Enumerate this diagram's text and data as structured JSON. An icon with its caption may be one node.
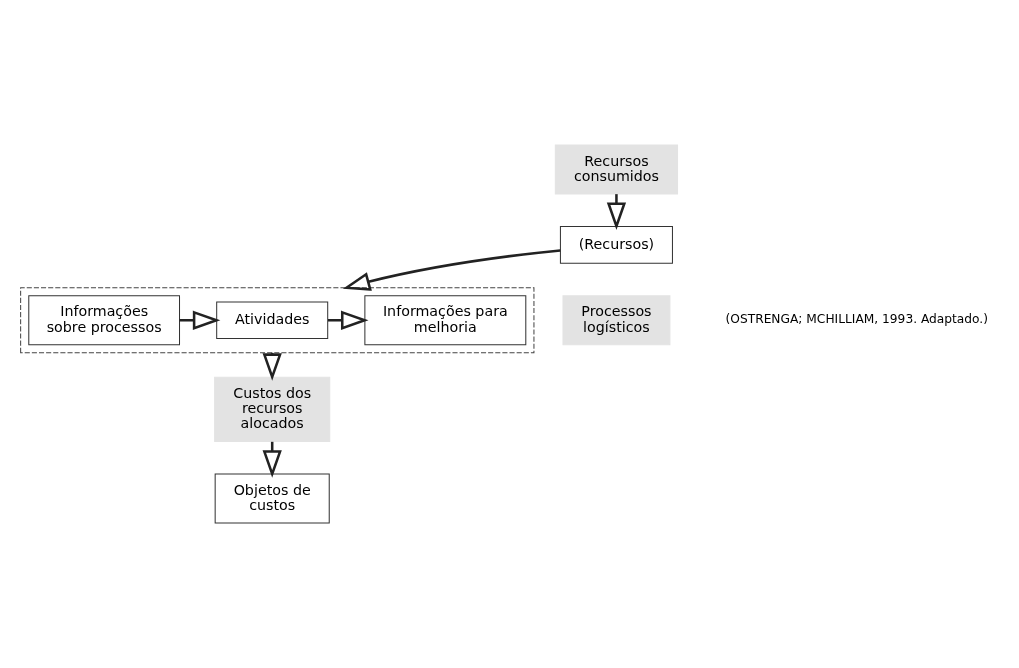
{
  "diagram": {
    "nodes": [
      {
        "text": [
          "Recursos consumidos"
        ]
      },
      {
        "text": [
          "(Recursos)"
        ]
      },
      {
        "text": [],
        "shape": "box"
      },
      {
        "text": [
          "Processos logísticos"
        ]
      },
      {
        "text": [
          "Informações sobre processos"
        ],
        "in": 2
      },
      {
        "text": [
          "Atividades"
        ],
        "in": 2
      },
      {
        "text": [
          "Informações para melhoria"
        ],
        "in": 2
      },
      {
        "text": [
          "Custos dos recursos alocados"
        ]
      },
      {
        "text": [
          "Objetos de custos"
        ]
      }
    ],
    "edges": [
      {
        "from": 0,
        "to": 1,
        "arrow": "to"
      },
      {
        "from": 1,
        "to": 2,
        "arrow": "to"
      },
      {
        "from": 4,
        "to": 5,
        "arrow": "to"
      },
      {
        "from": 5,
        "to": 6,
        "arrow": "to"
      },
      {
        "from": 2,
        "to": 7,
        "arrow": "to"
      },
      {
        "from": 7,
        "to": 8,
        "arrow": "to"
      }
    ],
    "labels": [
      "(OSTRENGA; MCHILLIAM, 1993. Adaptado.)"
    ]
  }
}
